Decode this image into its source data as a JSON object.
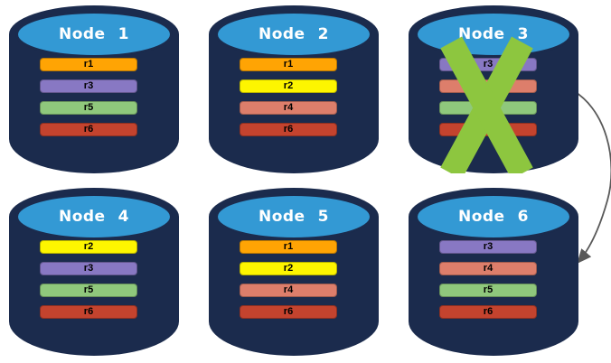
{
  "diagram": {
    "background_color": "#FFFFFF",
    "cylinder_body_color": "#1B2B4D",
    "cylinder_top_color": "#3399D4",
    "node_title_color": "#FFFFFF",
    "bar_label_color": "#000000",
    "failure_x_color": "#8DC63F",
    "arrow_color": "#595959",
    "replica_colors": {
      "r1": "#FFA404",
      "r2": "#FDF500",
      "r3": "#8878C3",
      "r4": "#DD7E6B",
      "r5": "#8FC87C",
      "r6": "#C4432E"
    },
    "nodes": [
      {
        "name": "Node 1",
        "failed": false,
        "replicas": [
          "r1",
          "r3",
          "r5",
          "r6"
        ]
      },
      {
        "name": "Node 2",
        "failed": false,
        "replicas": [
          "r1",
          "r2",
          "r4",
          "r6"
        ]
      },
      {
        "name": "Node 3",
        "failed": true,
        "replicas": [
          "r3",
          "r4",
          "r5",
          "r6"
        ]
      },
      {
        "name": "Node 4",
        "failed": false,
        "replicas": [
          "r2",
          "r3",
          "r5",
          "r6"
        ]
      },
      {
        "name": "Node 5",
        "failed": false,
        "replicas": [
          "r1",
          "r2",
          "r4",
          "r6"
        ]
      },
      {
        "name": "Node 6",
        "failed": false,
        "replicas": [
          "r3",
          "r4",
          "r5",
          "r6"
        ]
      }
    ],
    "arrow": {
      "from": "Node 3",
      "to": "Node 6"
    }
  }
}
